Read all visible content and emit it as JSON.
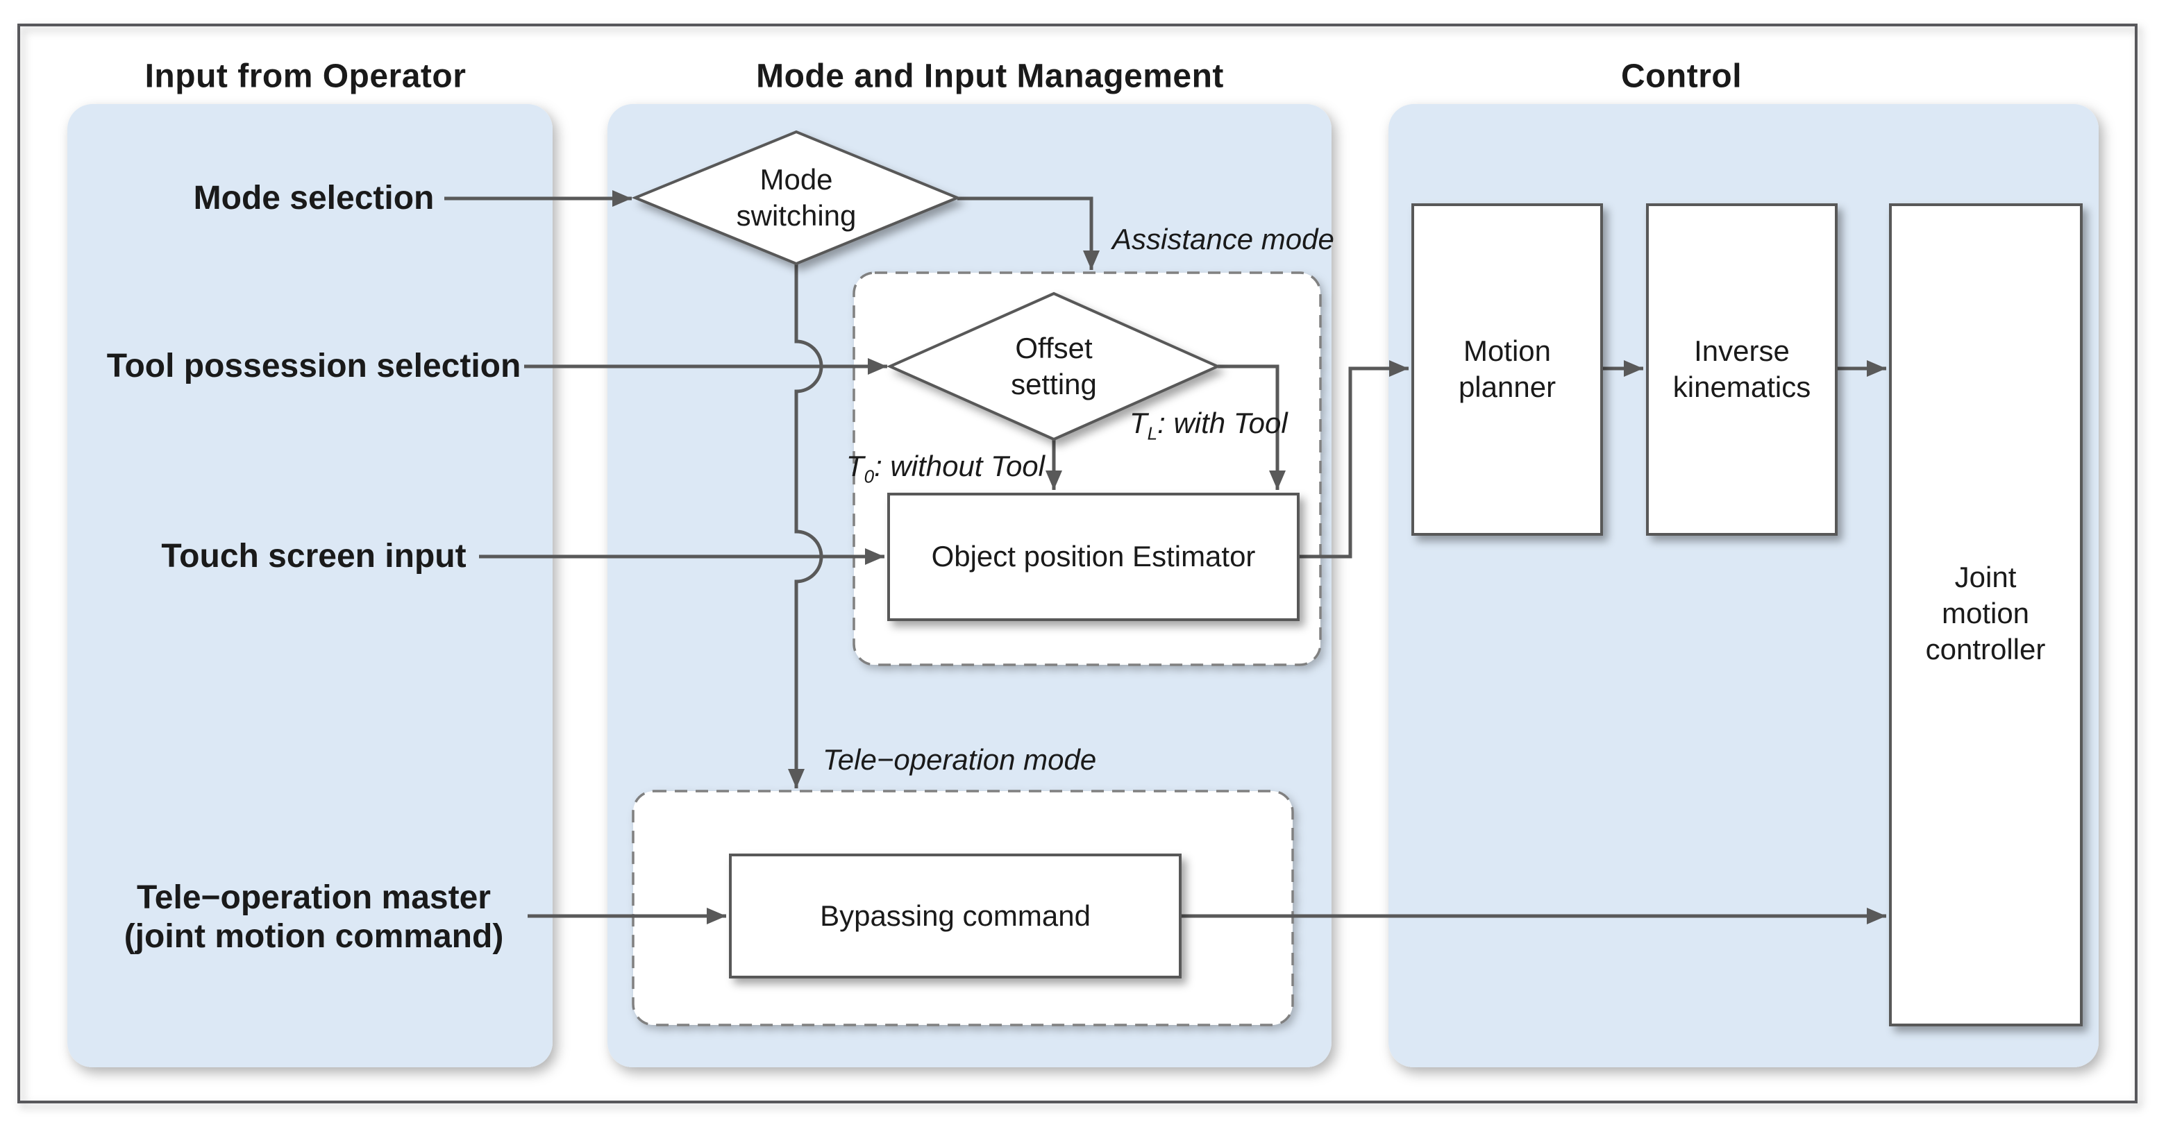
{
  "headers": {
    "input_from_operator": "Input from Operator",
    "mode_and_input_management": "Mode and Input Management",
    "control": "Control"
  },
  "operator_inputs": {
    "mode_selection": "Mode selection",
    "tool_possession_selection": "Tool possession selection",
    "touch_screen_input": "Touch screen input",
    "teleop_master": "Tele−operation master\n(joint motion command)"
  },
  "nodes": {
    "mode_switching": "Mode\nswitching",
    "offset_setting": "Offset\nsetting",
    "object_position_estimator": "Object position Estimator",
    "bypassing_command": "Bypassing command",
    "motion_planner": "Motion\nplanner",
    "inverse_kinematics": "Inverse\nkinematics",
    "joint_motion_controller": "Joint\nmotion\ncontroller"
  },
  "annotations": {
    "assistance_mode": "Assistance mode",
    "teleop_mode": "Tele−operation mode",
    "with_tool": {
      "sym": "T",
      "sub": "L",
      "rest": ": with Tool"
    },
    "without_tool": {
      "sym": "T",
      "sub": "0",
      "rest": ": without Tool"
    }
  },
  "colors": {
    "panel_fill": "#dce8f5",
    "box_fill": "#ffffff",
    "line": "#595959",
    "dashed_border": "#808080",
    "outer_border": "#58595b",
    "text": "#1a1a1a"
  }
}
